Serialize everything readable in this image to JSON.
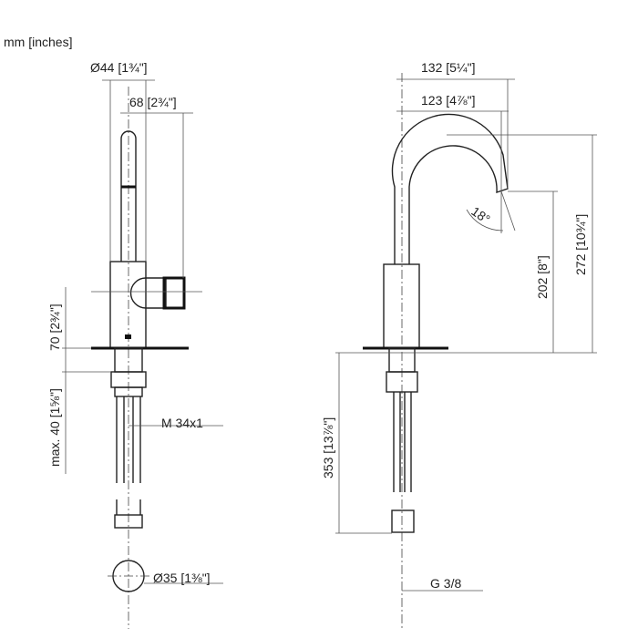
{
  "units_label": "mm [inches]",
  "front_view": {
    "dim_diameter_body": "Ø44 [1¾\"]",
    "dim_handle_reach": "68 [2¾\"]",
    "dim_handle_height": "70 [2¾\"]",
    "dim_max_thickness": "max. 40 [1⅝\"]",
    "dim_thread": "M 34x1",
    "dim_hole_diameter": "Ø35 [1⅜\"]"
  },
  "side_view": {
    "dim_outer_reach": "132 [5¼\"]",
    "dim_inner_reach": "123 [4⅞\"]",
    "dim_angle": "18°",
    "dim_spout_height": "202 [8\"]",
    "dim_total_height": "272 [10¾\"]",
    "dim_hose_length": "353 [13⅞\"]",
    "dim_connection": "G 3/8"
  }
}
